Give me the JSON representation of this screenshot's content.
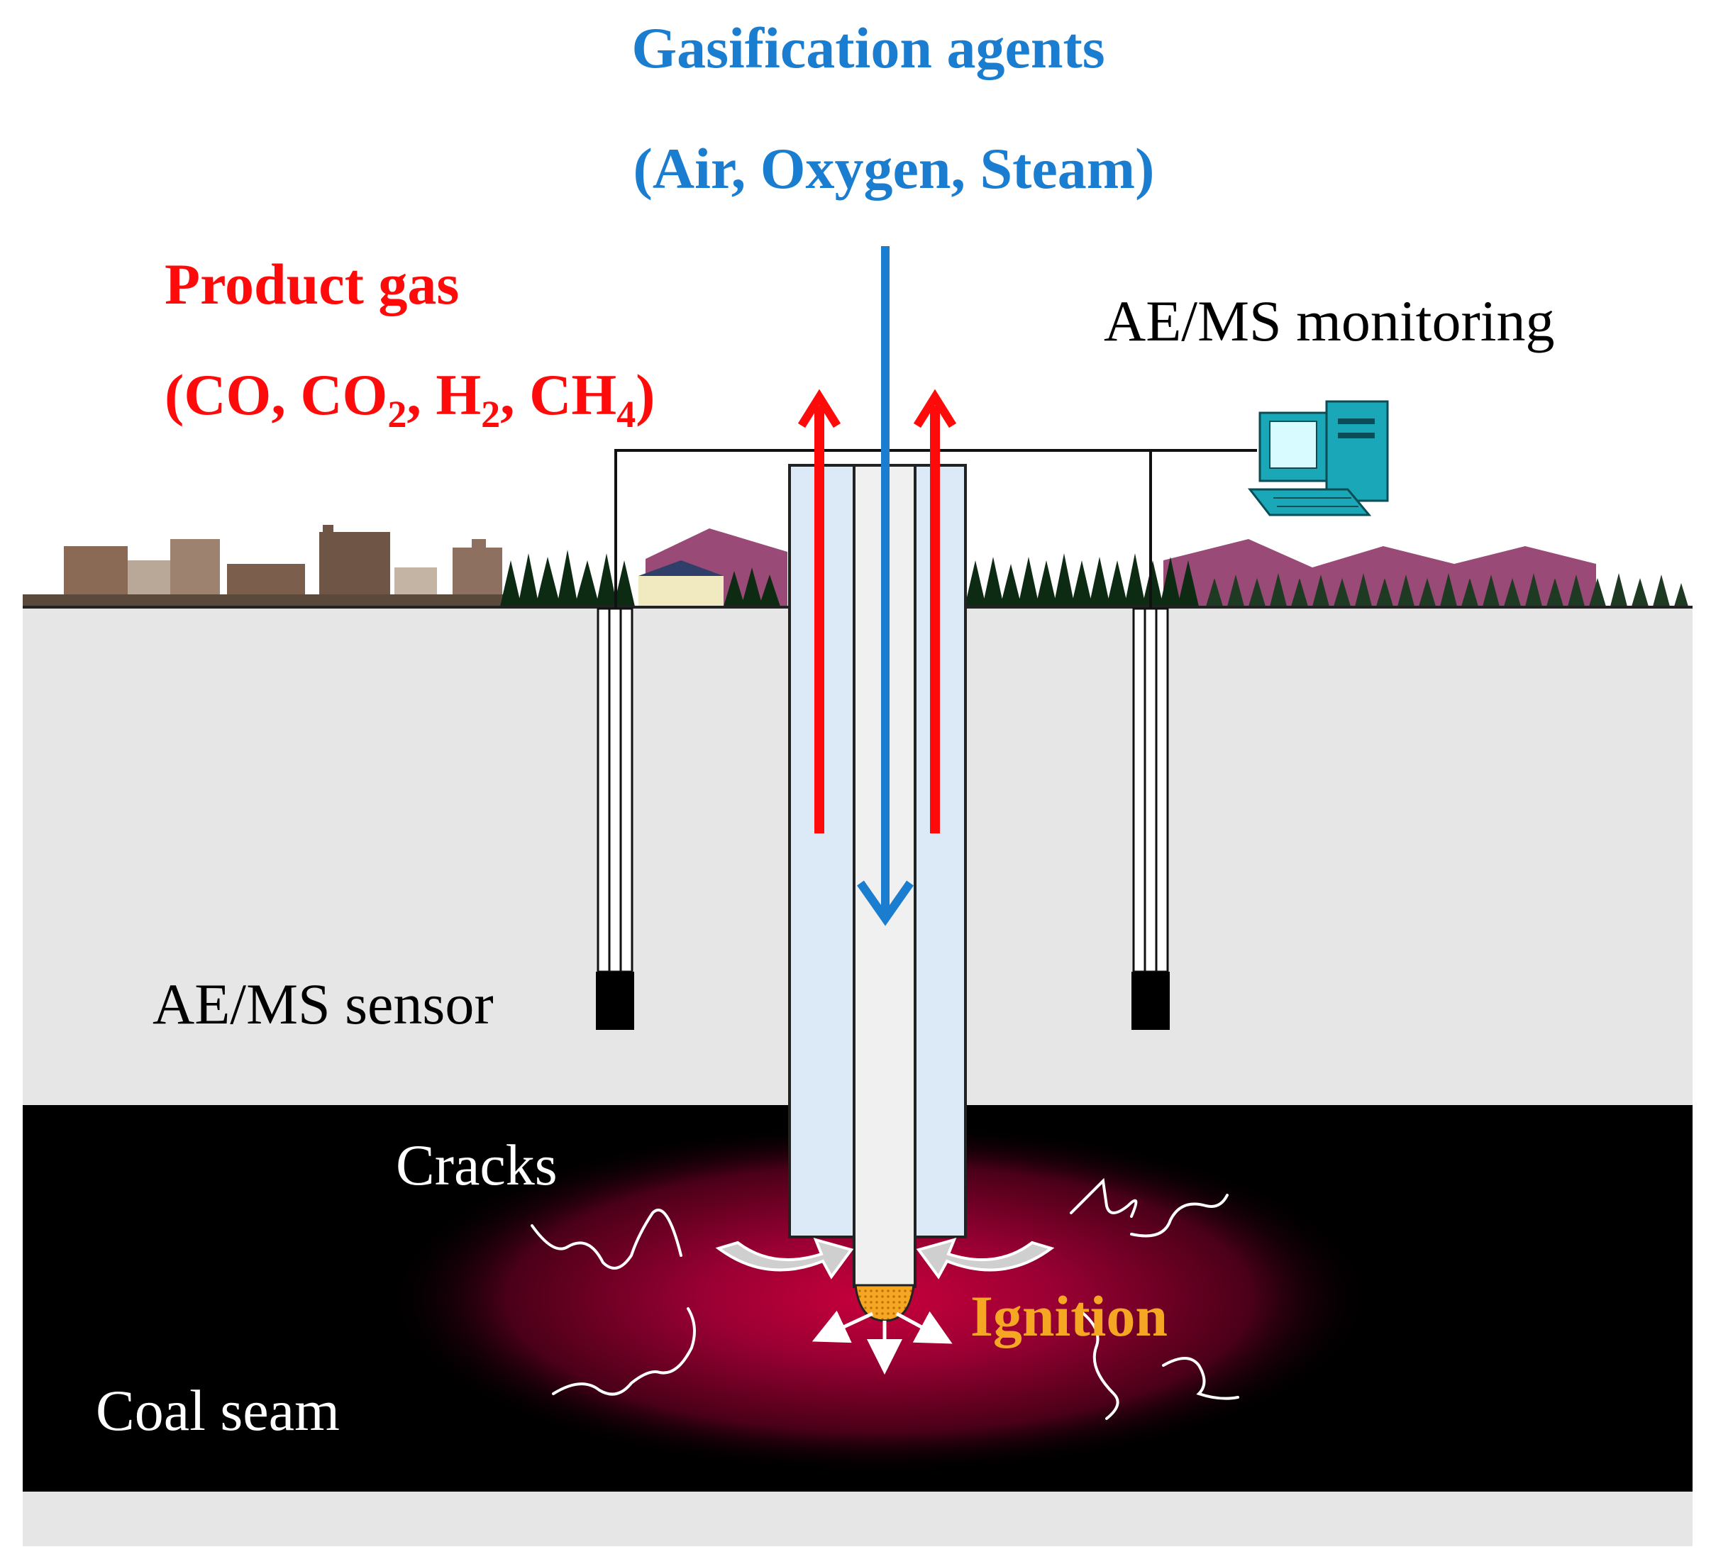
{
  "labels": {
    "agents_title": "Gasification agents",
    "agents_list": "(Air, Oxygen, Steam)",
    "product_title": "Product gas",
    "product_list": {
      "open": "(",
      "co": "CO, ",
      "co2_base": "CO",
      "co2_sub": "2",
      "sep1": ", ",
      "h2_base": "H",
      "h2_sub": "2",
      "sep2": ", ",
      "ch4_base": "CH",
      "ch4_sub": "4",
      "close": ")"
    },
    "monitoring": "AE/MS monitoring",
    "sensor": "AE/MS sensor",
    "cracks": "Cracks",
    "ignition": "Ignition",
    "coal_seam": "Coal seam"
  },
  "colors": {
    "agents": "#1a7dd0",
    "product": "#ff0a0a",
    "ignition": "#f5a623",
    "strata": "#e6e6e6",
    "coal_seam": "#000000",
    "well_casing": "#dce9f6",
    "glow": "#b0003a"
  },
  "icons": {
    "computer": "computer-icon",
    "sensor": "sensor-icon"
  }
}
